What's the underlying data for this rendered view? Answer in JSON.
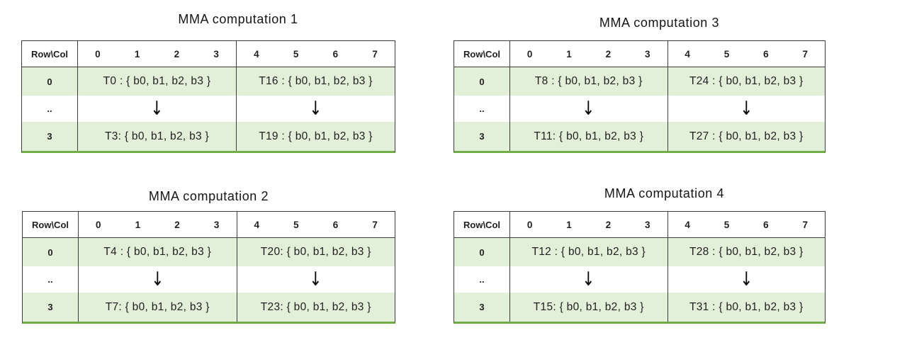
{
  "colors": {
    "row_fill": "#e2efd9",
    "table_bottom_border": "#70ad47",
    "grid_border": "#3d3d3d",
    "text": "#1f1f1f"
  },
  "icons": {
    "down_arrow": "↓"
  },
  "tables": [
    {
      "title": "MMA computation 1",
      "header": {
        "corner": "Row\\Col",
        "columns": [
          "0",
          "1",
          "2",
          "3",
          "4",
          "5",
          "6",
          "7"
        ]
      },
      "rows": [
        {
          "label": "0",
          "left": "T0 : { b0, b1, b2, b3 }",
          "right": "T16 : { b0, b1, b2, b3 }"
        },
        {
          "label": ".."
        },
        {
          "label": "3",
          "left": "T3: { b0, b1, b2, b3 }",
          "right": "T19 : { b0, b1, b2, b3 }"
        }
      ]
    },
    {
      "title": "MMA computation 3",
      "header": {
        "corner": "Row\\Col",
        "columns": [
          "0",
          "1",
          "2",
          "3",
          "4",
          "5",
          "6",
          "7"
        ]
      },
      "rows": [
        {
          "label": "0",
          "left": "T8 : { b0, b1, b2, b3 }",
          "right": "T24 : { b0, b1, b2, b3 }"
        },
        {
          "label": ".."
        },
        {
          "label": "3",
          "left": "T11: { b0, b1, b2, b3 }",
          "right": "T27 : { b0, b1, b2, b3 }"
        }
      ]
    },
    {
      "title": "MMA computation 2",
      "header": {
        "corner": "Row\\Col",
        "columns": [
          "0",
          "1",
          "2",
          "3",
          "4",
          "5",
          "6",
          "7"
        ]
      },
      "rows": [
        {
          "label": "0",
          "left": "T4 : { b0, b1, b2, b3 }",
          "right": "T20: { b0, b1, b2, b3 }"
        },
        {
          "label": ".."
        },
        {
          "label": "3",
          "left": "T7: { b0, b1, b2, b3 }",
          "right": "T23: { b0, b1, b2, b3 }"
        }
      ]
    },
    {
      "title": "MMA computation 4",
      "header": {
        "corner": "Row\\Col",
        "columns": [
          "0",
          "1",
          "2",
          "3",
          "4",
          "5",
          "6",
          "7"
        ]
      },
      "rows": [
        {
          "label": "0",
          "left": "T12 : { b0, b1, b2, b3 }",
          "right": "T28 : { b0, b1, b2, b3 }"
        },
        {
          "label": ".."
        },
        {
          "label": "3",
          "left": "T15: { b0, b1, b2, b3 }",
          "right": "T31 : { b0, b1, b2, b3 }"
        }
      ]
    }
  ]
}
